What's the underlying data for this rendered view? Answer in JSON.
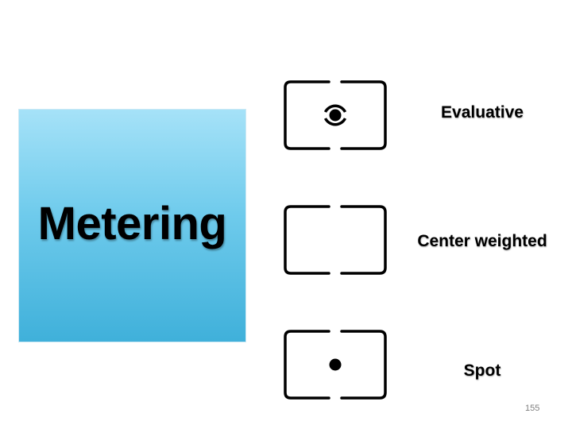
{
  "slide": {
    "title": "Metering",
    "page_number": "155",
    "title_box_gradient": [
      "#a6e2f8",
      "#3fb0da"
    ]
  },
  "modes": [
    {
      "label": "Evaluative",
      "icon": "evaluative-metering-icon"
    },
    {
      "label": "Center weighted",
      "icon": "center-weighted-metering-icon"
    },
    {
      "label": "Spot",
      "icon": "spot-metering-icon"
    }
  ]
}
